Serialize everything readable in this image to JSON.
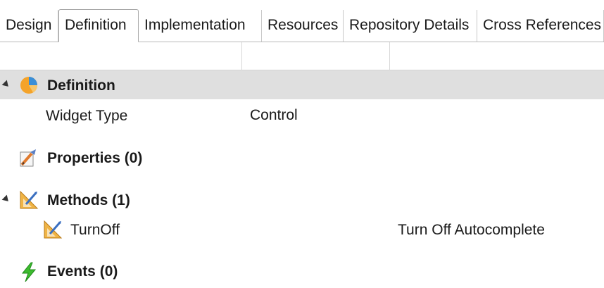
{
  "tabs": [
    {
      "label": "Design"
    },
    {
      "label": "Definition",
      "active": true
    },
    {
      "label": "Implementation"
    },
    {
      "label": "Resources"
    },
    {
      "label": "Repository Details"
    },
    {
      "label": "Cross References"
    }
  ],
  "tree": {
    "definition": {
      "label": "Definition",
      "icon": "pie-chart-icon",
      "children": [
        {
          "name": "Widget Type",
          "value": "Control"
        }
      ]
    },
    "properties": {
      "label": "Properties (0)",
      "icon": "properties-icon"
    },
    "methods": {
      "label": "Methods (1)",
      "icon": "methods-icon",
      "children": [
        {
          "name": "TurnOff",
          "description": "Turn Off Autocomplete"
        }
      ]
    },
    "events": {
      "label": "Events (0)",
      "icon": "lightning-icon"
    }
  },
  "colors": {
    "selected_row": "#dfdfdf",
    "pie_orange": "#f4a32a",
    "pie_blue": "#3a8fd8",
    "lightning_green": "#3dbb2f"
  }
}
